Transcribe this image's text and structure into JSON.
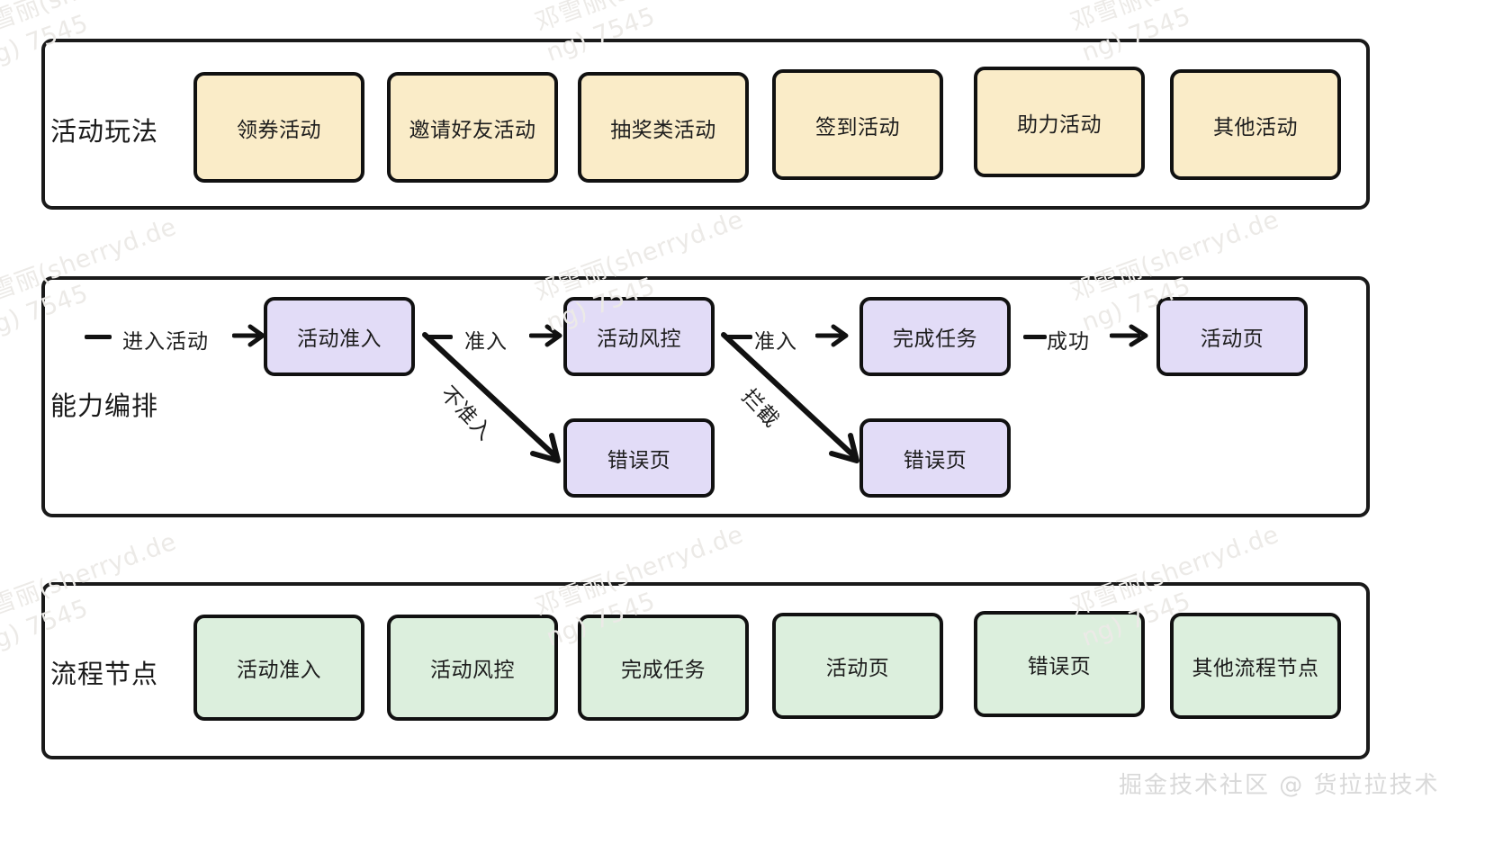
{
  "diagram": {
    "title_visible": false,
    "colors": {
      "yellow_fill": "#faecc8",
      "purple_fill": "#e2dcf7",
      "green_fill": "#dcefdd",
      "stroke": "#111111",
      "background": "#ffffff",
      "watermark": "#eceae7"
    },
    "sections": [
      {
        "key": "play",
        "label": "活动玩法",
        "style": "yellow",
        "items": [
          "领券活动",
          "邀请好友活动",
          "抽奖类活动",
          "签到活动",
          "助力活动",
          "其他活动"
        ]
      },
      {
        "key": "orchestration",
        "label": "能力编排",
        "style": "purple",
        "nodes": [
          "活动准入",
          "活动风控",
          "完成任务",
          "活动页",
          "错误页",
          "错误页"
        ],
        "edges": [
          "进入活动",
          "准入",
          "不准入",
          "准入",
          "拦截",
          "成功"
        ]
      },
      {
        "key": "flow_nodes",
        "label": "流程节点",
        "style": "green",
        "items": [
          "活动准入",
          "活动风控",
          "完成任务",
          "活动页",
          "错误页",
          "其他流程节点"
        ]
      }
    ]
  },
  "watermarks": {
    "line1": "邓雪丽(sherryd.de",
    "line2": "ng) 7545",
    "credit": "掘金技术社区 @ 货拉拉技术"
  }
}
